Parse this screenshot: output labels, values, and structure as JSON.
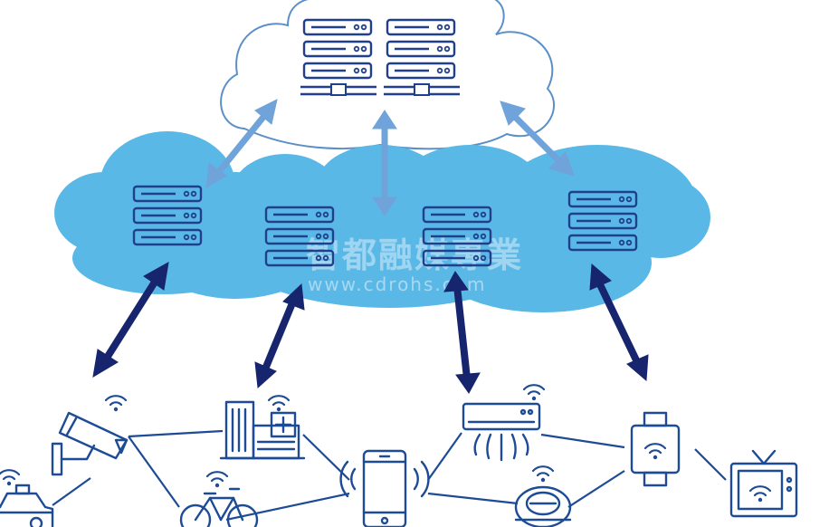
{
  "diagram": {
    "colors": {
      "cloud_outline": "#5b8fc9",
      "edge_cloud_fill": "#5ab8e6",
      "server_stroke": "#203f8c",
      "light_arrow": "#6fa3d9",
      "dark_arrow": "#16256d",
      "device_stroke": "#1d4b95",
      "link_line": "#1d4b95"
    },
    "central_cloud": {
      "name": "central-cloud",
      "servers": 6
    },
    "edge_servers": [
      "edge-server-1",
      "edge-server-2",
      "edge-server-3",
      "edge-server-4"
    ],
    "devices": [
      {
        "name": "security-camera-icon"
      },
      {
        "name": "hospital-icon"
      },
      {
        "name": "smartphone-icon"
      },
      {
        "name": "air-conditioner-icon"
      },
      {
        "name": "smartwatch-icon"
      },
      {
        "name": "taxi-icon"
      },
      {
        "name": "bicycle-icon"
      },
      {
        "name": "robot-vacuum-icon"
      },
      {
        "name": "television-icon"
      }
    ]
  },
  "watermark": {
    "text": "智都融媒專業",
    "url": "www.cdrohs.com"
  }
}
